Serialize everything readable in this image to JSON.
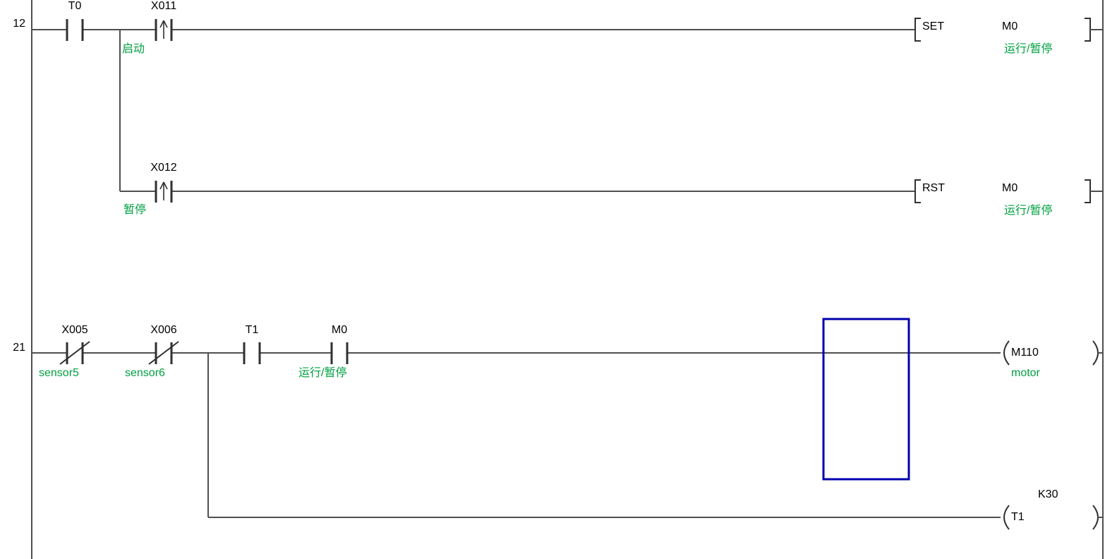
{
  "colors": {
    "background": "#ffffff",
    "wire": "#4f4f4f",
    "symbol": "#303030",
    "comment": "#00A040",
    "cursor": "#0000AE"
  },
  "rungs": {
    "rung12": {
      "number": "12",
      "contact_t0": {
        "device": "T0"
      },
      "contact_x011": {
        "device": "X011",
        "comment": "启动"
      },
      "instr_set": {
        "op": "SET",
        "operand": "M0",
        "comment": "运行/暂停"
      },
      "contact_x012": {
        "device": "X012",
        "comment": "暂停"
      },
      "instr_rst": {
        "op": "RST",
        "operand": "M0",
        "comment": "运行/暂停"
      }
    },
    "rung21": {
      "number": "21",
      "contact_x005": {
        "device": "X005",
        "comment": "sensor5"
      },
      "contact_x006": {
        "device": "X006",
        "comment": "sensor6"
      },
      "contact_t1": {
        "device": "T1"
      },
      "contact_m0": {
        "device": "M0",
        "comment": "运行/暂停"
      },
      "coil_m110": {
        "device": "M110",
        "comment": "motor"
      },
      "coil_t1": {
        "device": "T1",
        "operand": "K30"
      }
    }
  }
}
